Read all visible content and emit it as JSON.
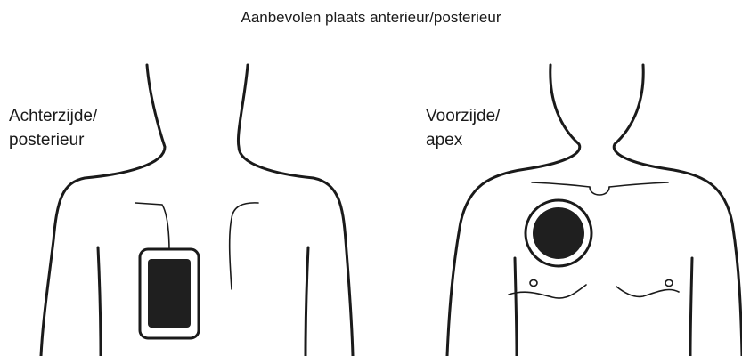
{
  "title": "Aanbevolen plaats anterieur/posterieur",
  "back_view": {
    "label_line1": "Achterzijde/",
    "label_line2": "posterieur",
    "pad_shape": "rectangular-pad"
  },
  "front_view": {
    "label_line1": "Voorzijde/",
    "label_line2": "apex",
    "pad_shape": "round-pad"
  },
  "colors": {
    "line": "#1a1a1a",
    "pad_fill": "#1f1f1f",
    "background": "#ffffff"
  }
}
